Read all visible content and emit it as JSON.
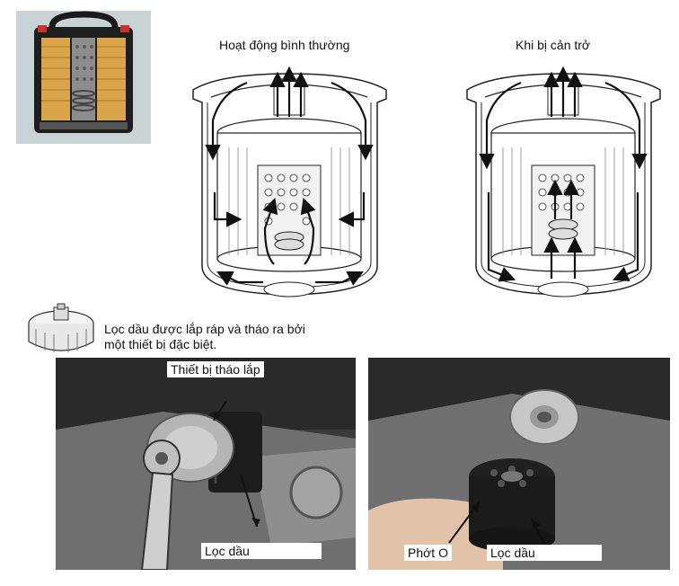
{
  "diagram": {
    "normal_title": "Hoạt động bình thường",
    "blocked_title": "Khi bị cản trở"
  },
  "tool": {
    "caption_line1": "Lọc dầu được lắp ráp và tháo ra bởi",
    "caption_line2": "một thiết bị đặc biệt."
  },
  "photo_left": {
    "tool_label": "Thiết bị tháo lắp",
    "filter_label": "Lọc dầu"
  },
  "photo_right": {
    "oring_label": "Phớt O",
    "filter_label": "Lọc dầu"
  },
  "colors": {
    "filter_paper": "#d9a44a",
    "photo_dark": "#2b2b2b",
    "metal": "#9a9a9a",
    "red_accent": "#c8322a"
  }
}
